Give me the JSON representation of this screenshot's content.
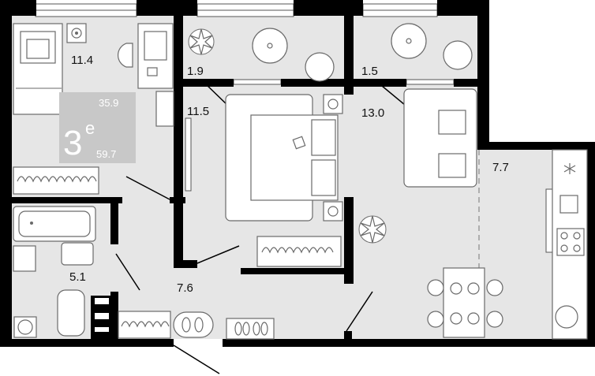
{
  "plan": {
    "badge": {
      "area_living": "35.9",
      "rooms": "3",
      "rooms_suffix": "е",
      "area_total": "59.7",
      "color": "#c8c8c8"
    },
    "rooms": [
      {
        "name": "bedroom-left",
        "area": "11.4"
      },
      {
        "name": "balcony-middle",
        "area": "1.9"
      },
      {
        "name": "balcony-right",
        "area": "1.5"
      },
      {
        "name": "bedroom-center",
        "area": "11.5"
      },
      {
        "name": "living-room",
        "area": "13.0"
      },
      {
        "name": "kitchen",
        "area": "7.7"
      },
      {
        "name": "bathroom",
        "area": "5.1"
      },
      {
        "name": "hallway",
        "area": "7.6"
      }
    ],
    "colors": {
      "wall": "#000000",
      "floor": "#e6e6e6",
      "furniture_line": "#6a6a6a"
    }
  }
}
